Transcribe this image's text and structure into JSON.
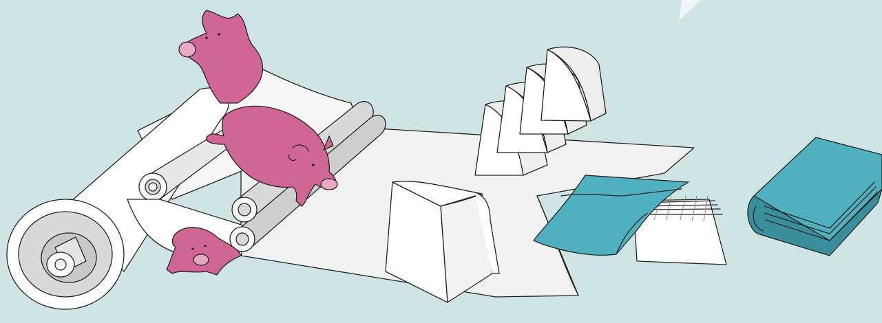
{
  "scene": {
    "background": "#cfe5e4",
    "colors": {
      "paper": "#ffffff",
      "paper_shadow": "#ececec",
      "roller": "#d9d9d9",
      "pig": "#d06693",
      "pig_dark": "#a84a73",
      "book": "#4fb0bf",
      "book_dark": "#3a8f9c",
      "ink": "#222222"
    },
    "elements": [
      {
        "id": "paper-roll",
        "icon": "paper-roll-icon"
      },
      {
        "id": "guide-roller",
        "icon": "roller-icon"
      },
      {
        "id": "pressing-rollers",
        "icon": "roller-icon"
      },
      {
        "id": "paper-web",
        "icon": "paper-sheet-icon"
      },
      {
        "id": "pig-top",
        "icon": "pig-icon"
      },
      {
        "id": "pig-on-rollers",
        "icon": "pig-icon"
      },
      {
        "id": "pig-bottom",
        "icon": "pig-icon"
      },
      {
        "id": "folded-signature",
        "icon": "folded-paper-icon"
      },
      {
        "id": "gathered-signatures",
        "icon": "folded-paper-icon"
      },
      {
        "id": "sewn-block-with-cover",
        "icon": "book-cover-icon"
      },
      {
        "id": "finished-book",
        "icon": "book-icon"
      }
    ]
  }
}
